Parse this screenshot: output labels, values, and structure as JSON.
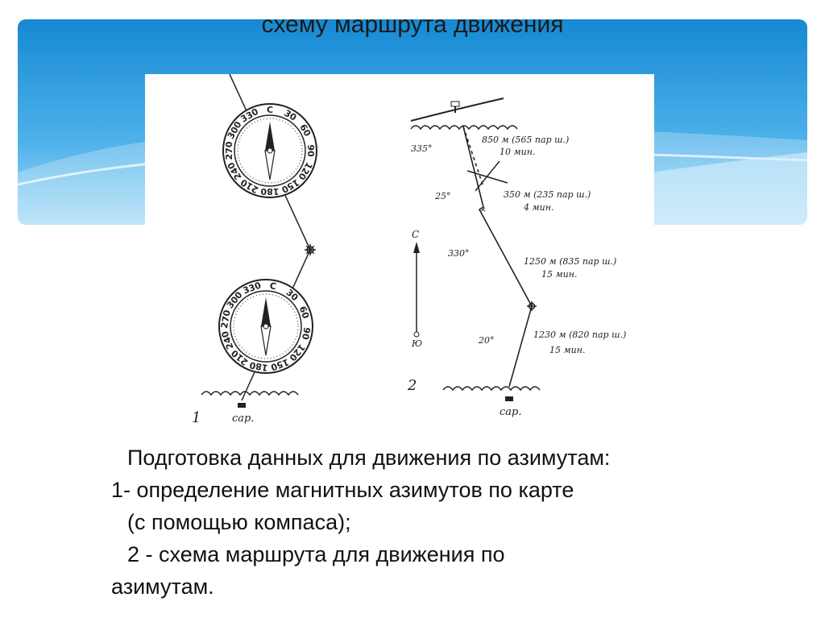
{
  "title": "схему маршрута движения",
  "figure": {
    "compass_ring1": [
      "30",
      "60",
      "90",
      "120",
      "150",
      "180",
      "210",
      "240",
      "270",
      "300",
      "330",
      "С"
    ],
    "compass_ring2": [
      "330",
      "С",
      "30",
      "60",
      "90",
      "120",
      "150",
      "180",
      "210",
      "240",
      "270",
      "300"
    ],
    "fig1_label": "1",
    "fig1_start": "сар.",
    "fig2_label": "2",
    "fig2_start": "сар.",
    "north": "С",
    "south": "Ю",
    "segments": [
      {
        "azimuth": "335°",
        "distance": "850 м (565 пар ш.)",
        "time": "10 мин."
      },
      {
        "azimuth": "25°",
        "distance": "350 м (235 пар ш.)",
        "time": "4 мин."
      },
      {
        "azimuth": "330°",
        "distance": "1250 м (835 пар ш.)",
        "time": "15 мин."
      },
      {
        "azimuth": "20°",
        "distance": "1230 м (820 пар ш.)",
        "time": "15 мин."
      }
    ]
  },
  "caption": {
    "line1": "Подготовка данных для движения по азимутам:",
    "line2": "1-  определение магнитных азимутов по карте",
    "line3": "(с помощью компаса);",
    "line4": "2  -  схема маршрута для движения по",
    "line5": "азимутам."
  },
  "colors": {
    "sky_top": "#1b8fd6",
    "sky_bottom": "#8fd0f2",
    "ink": "#222222"
  }
}
